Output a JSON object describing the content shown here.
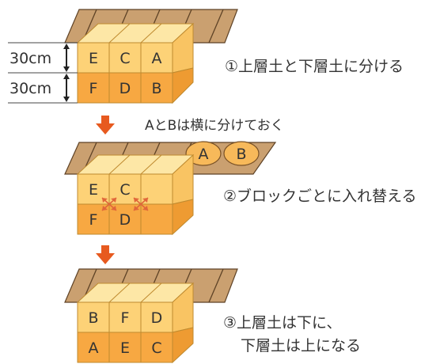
{
  "colors": {
    "soil": "#caa070",
    "soil_line": "#5e4226",
    "upper_front": "#fdd277",
    "lower_front": "#f7a842",
    "upper_side": "#f9c463",
    "lower_side": "#ee9b32",
    "top_face": "#fde7a6",
    "grid_line": "#bf8a2f",
    "arrow": "#e75a1f",
    "swap_arrow": "#e0663a",
    "text": "#333333"
  },
  "dimensions": {
    "upper": "30cm",
    "lower": "30cm"
  },
  "step1": {
    "upper_row": [
      "E",
      "C",
      "A"
    ],
    "lower_row": [
      "F",
      "D",
      "B"
    ],
    "caption": "①上層土と下層土に分ける"
  },
  "note": "AとBは横に分けておく",
  "set_aside": [
    "A",
    "B"
  ],
  "step2": {
    "upper_row": [
      "E",
      "C",
      ""
    ],
    "lower_row": [
      "F",
      "D",
      ""
    ],
    "caption": "②ブロックごとに入れ替える"
  },
  "step3": {
    "upper_row": [
      "B",
      "F",
      "D"
    ],
    "lower_row": [
      "A",
      "E",
      "C"
    ],
    "caption_line1": "③上層土は下に、",
    "caption_line2": "下層土は上になる"
  }
}
